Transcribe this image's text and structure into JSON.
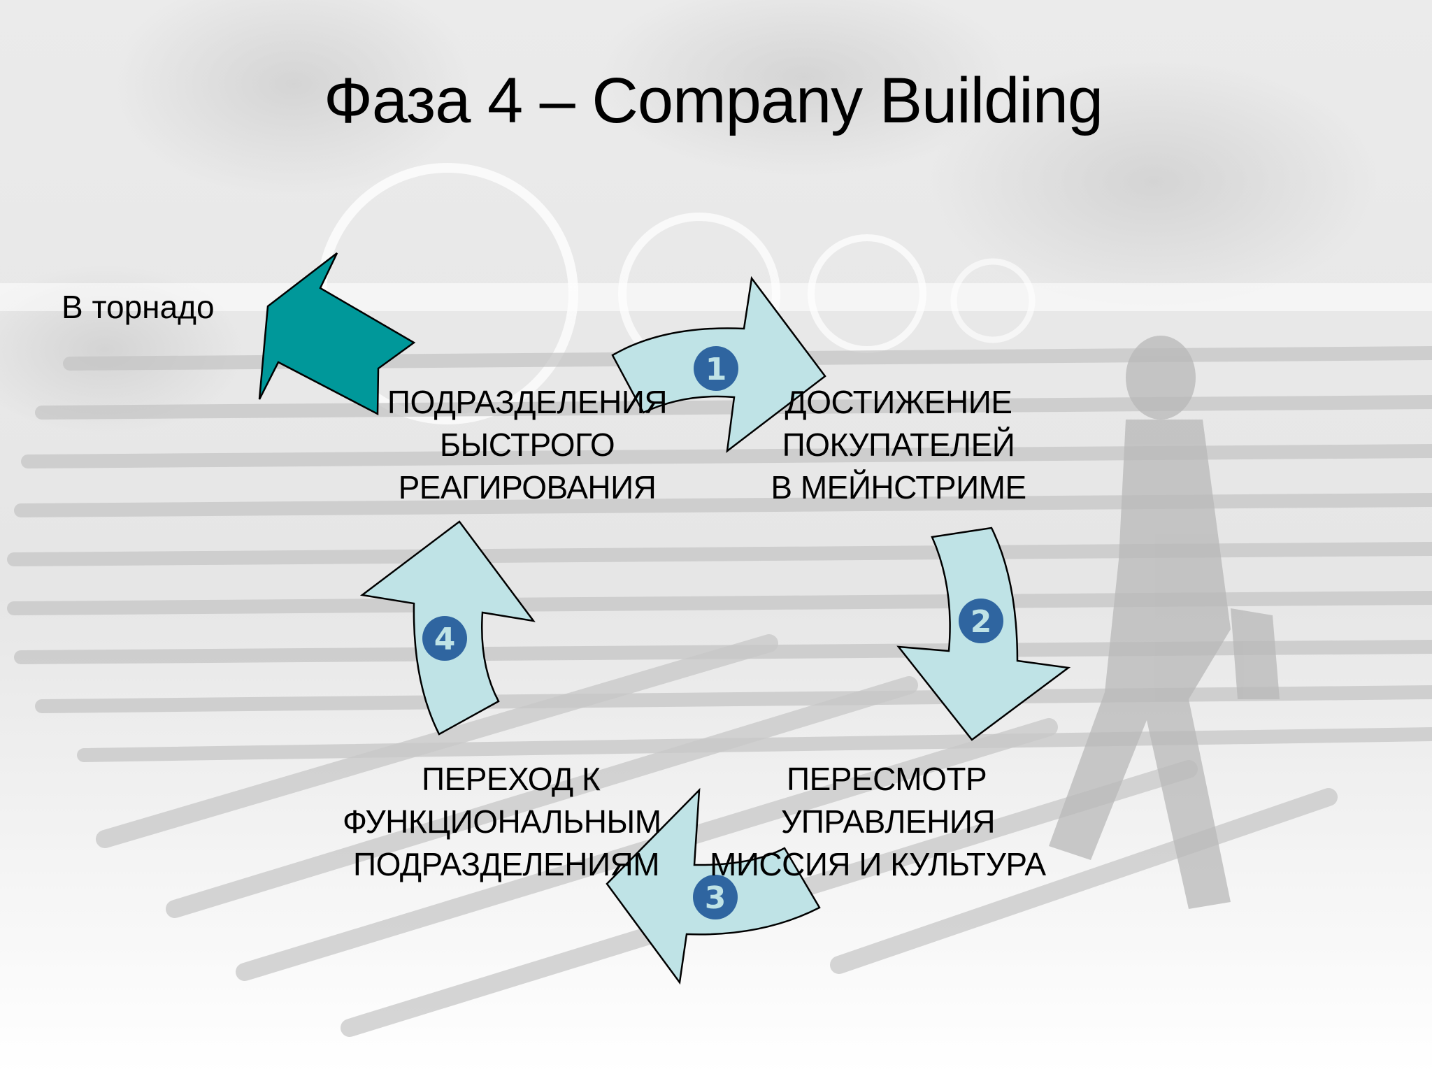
{
  "slide": {
    "title": "Фаза 4 – Company Building",
    "side_label": "В торнадо",
    "colors": {
      "background": "#f2f2f2",
      "cycle_arrow_fill": "#bfe3e6",
      "cycle_arrow_stroke": "#000000",
      "tornado_arrow_fill": "#00989a",
      "number_badge": "#2f65a0",
      "number_text": "#bfe3e6",
      "text": "#000000"
    },
    "stages": [
      {
        "id": 1,
        "label_lines": [
          "ПОДРАЗДЕЛЕНИЯ",
          "БЫСТРОГО",
          "РЕАГИРОВАНИЯ"
        ]
      },
      {
        "id": 2,
        "label_lines": [
          "ДОСТИЖЕНИЕ",
          "ПОКУПАТЕЛЕЙ",
          "В МЕЙНСТРИМЕ"
        ]
      },
      {
        "id": 3,
        "label_lines": [
          "ПЕРЕСМОТР",
          "УПРАВЛЕНИЯ",
          "МИССИЯ И КУЛЬТУРА"
        ]
      },
      {
        "id": 4,
        "label_lines": [
          "ПЕРЕХОД К",
          "ФУНКЦИОНАЛЬНЫМ",
          "ПОДРАЗДЕЛЕНИЯМ"
        ]
      }
    ],
    "arrows": [
      {
        "number": "1",
        "direction": "right"
      },
      {
        "number": "2",
        "direction": "down"
      },
      {
        "number": "3",
        "direction": "left"
      },
      {
        "number": "4",
        "direction": "up"
      }
    ]
  }
}
